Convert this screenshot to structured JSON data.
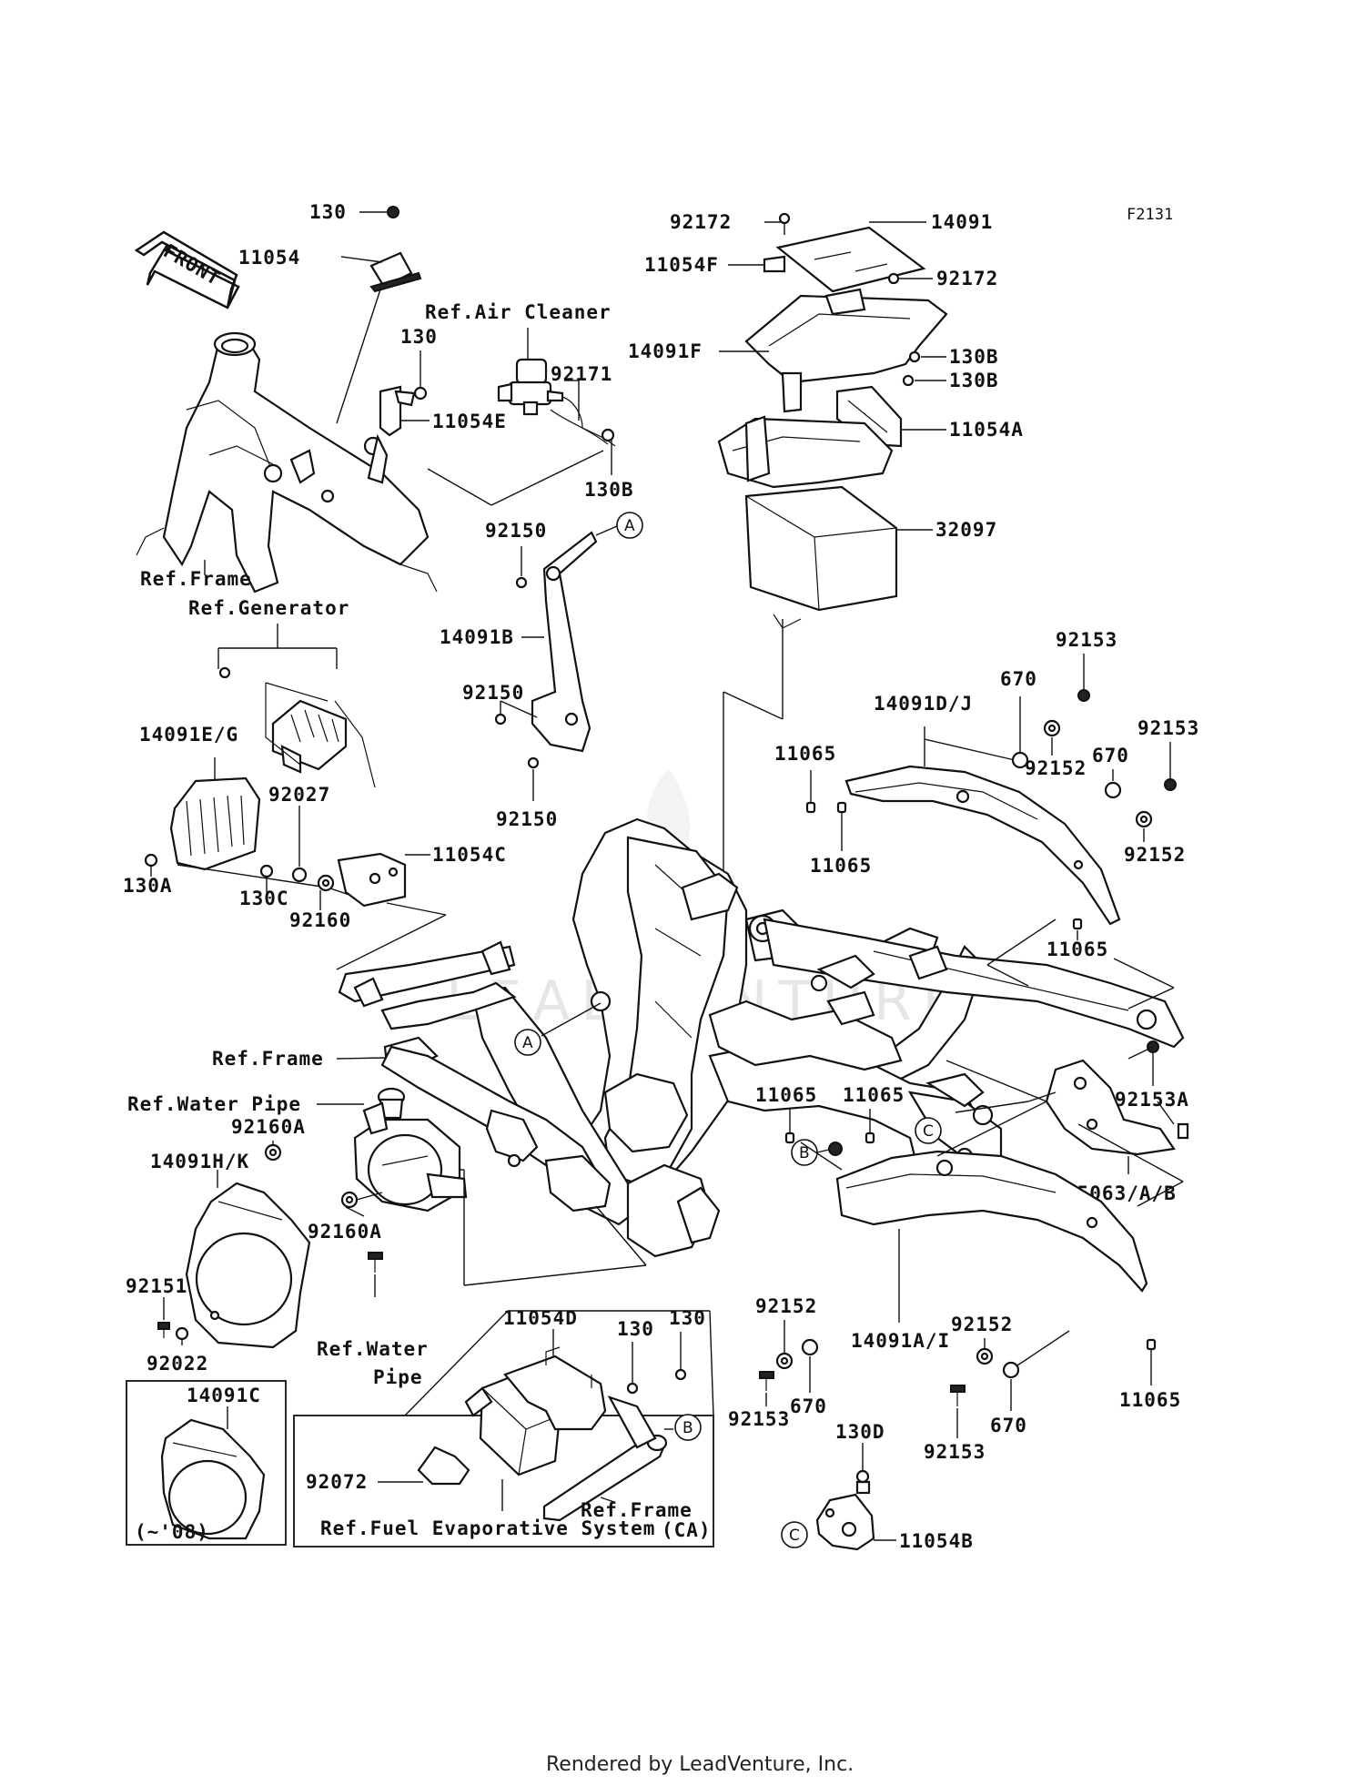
{
  "diagram_code": "F2131",
  "front_arrow_label": "FRONT",
  "watermark": "LEADVENTURE",
  "footer": "Rendered by LeadVenture, Inc.",
  "labels": {
    "p130_top": "130",
    "p11054": "11054",
    "ref_air_cleaner": "Ref.Air Cleaner",
    "p130_mid": "130",
    "p92171": "92171",
    "p11054E": "11054E",
    "p130B_left": "130B",
    "ref_frame_top": "Ref.Frame",
    "ref_generator": "Ref.Generator",
    "p92150_a": "92150",
    "p14091B": "14091B",
    "p92150_b": "92150",
    "p92150_c": "92150",
    "p14091EG": "14091E/G",
    "p92027": "92027",
    "p130A": "130A",
    "p130C": "130C",
    "p92160": "92160",
    "p11054C": "11054C",
    "p92172_a": "92172",
    "p14091": "14091",
    "p11054F": "11054F",
    "p92172_b": "92172",
    "p14091F": "14091F",
    "p130B_a": "130B",
    "p130B_b": "130B",
    "p11054A": "11054A",
    "p32097": "32097",
    "p92153_a": "92153",
    "p14091DJ": "14091D/J",
    "p670_a": "670",
    "p92152_a": "92152",
    "p670_b": "670",
    "p92153_b": "92153",
    "p11065_a": "11065",
    "p11065_b": "11065",
    "p92152_b": "92152",
    "p11065_c": "11065",
    "ref_frame_mid": "Ref.Frame",
    "ref_water_pipe_a": "Ref.Water Pipe",
    "p92160A_a": "92160A",
    "p14091HK": "14091H/K",
    "p92160A_b": "92160A",
    "p92151": "92151",
    "p92022": "92022",
    "ref_water_pipe_b1": "Ref.Water",
    "ref_water_pipe_b2": "Pipe",
    "p14091C": "14091C",
    "note_08": "(~'08)",
    "p11054D": "11054D",
    "p130_c": "130",
    "p130_d": "130",
    "p92072": "92072",
    "ref_frame_box": "Ref.Frame",
    "ref_fuel_evap": "Ref.Fuel Evaporative System",
    "note_ca": "(CA)",
    "p92153A": "92153A",
    "p35063AB": "35063/A/B",
    "p11065_d": "11065",
    "p11065_e": "11065",
    "p92152_c": "92152",
    "p14091AI": "14091A/I",
    "p92152_d": "92152",
    "p670_c": "670",
    "p670_d": "670",
    "p92153_c": "92153",
    "p92153_d": "92153",
    "p11065_f": "11065",
    "p130D": "130D",
    "p11054B": "11054B"
  },
  "callouts": {
    "a1": "A",
    "a2": "A",
    "b1": "B",
    "b2": "B",
    "c1": "C",
    "c2": "C"
  }
}
